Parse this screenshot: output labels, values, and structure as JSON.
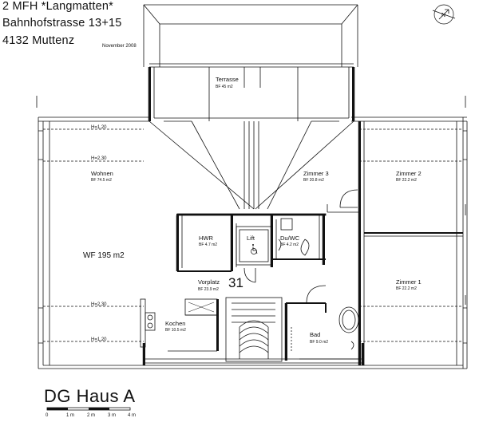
{
  "header": {
    "line1": "2 MFH *Langmatten*",
    "line2": "Bahnhofstrasse 13+15",
    "line3": "4132 Muttenz",
    "date": "November 2008"
  },
  "title": "DG Haus A",
  "apartment_number": "31",
  "total_area": "WF 195 m2",
  "rooms": {
    "terrasse": {
      "name": "Terrasse",
      "area": "BF 45 m2"
    },
    "wohnen": {
      "name": "Wohnen",
      "area": "BF 74.5 m2"
    },
    "zimmer3": {
      "name": "Zimmer 3",
      "area": "BF 20.8 m2"
    },
    "zimmer2": {
      "name": "Zimmer 2",
      "area": "BF 22.2 m2"
    },
    "zimmer1": {
      "name": "Zimmer 1",
      "area": "BF 22.2 m2"
    },
    "hwr": {
      "name": "HWR",
      "area": "BF 4.7 m2"
    },
    "lift": {
      "name": "Lift"
    },
    "duwc": {
      "name": "Du/WC",
      "area": "BF 4.2 m2"
    },
    "vorplatz": {
      "name": "Vorplatz",
      "area": "BF 23.9 m2"
    },
    "kochen": {
      "name": "Kochen",
      "area": "BF 10.5 m2"
    },
    "bad": {
      "name": "Bad",
      "area": "BF 9.0 m2"
    }
  },
  "heights": {
    "h120_top": "H=1.20",
    "h230_top": "H=2.30",
    "h230_bottom": "H=2.30",
    "h120_bottom": "H=1.20"
  },
  "scale": {
    "labels": [
      "0",
      "1 m",
      "2 m",
      "3 m",
      "4 m"
    ]
  },
  "icons": {
    "north_arrow": "north-arrow-icon",
    "wheelchair": "wheelchair-icon"
  }
}
